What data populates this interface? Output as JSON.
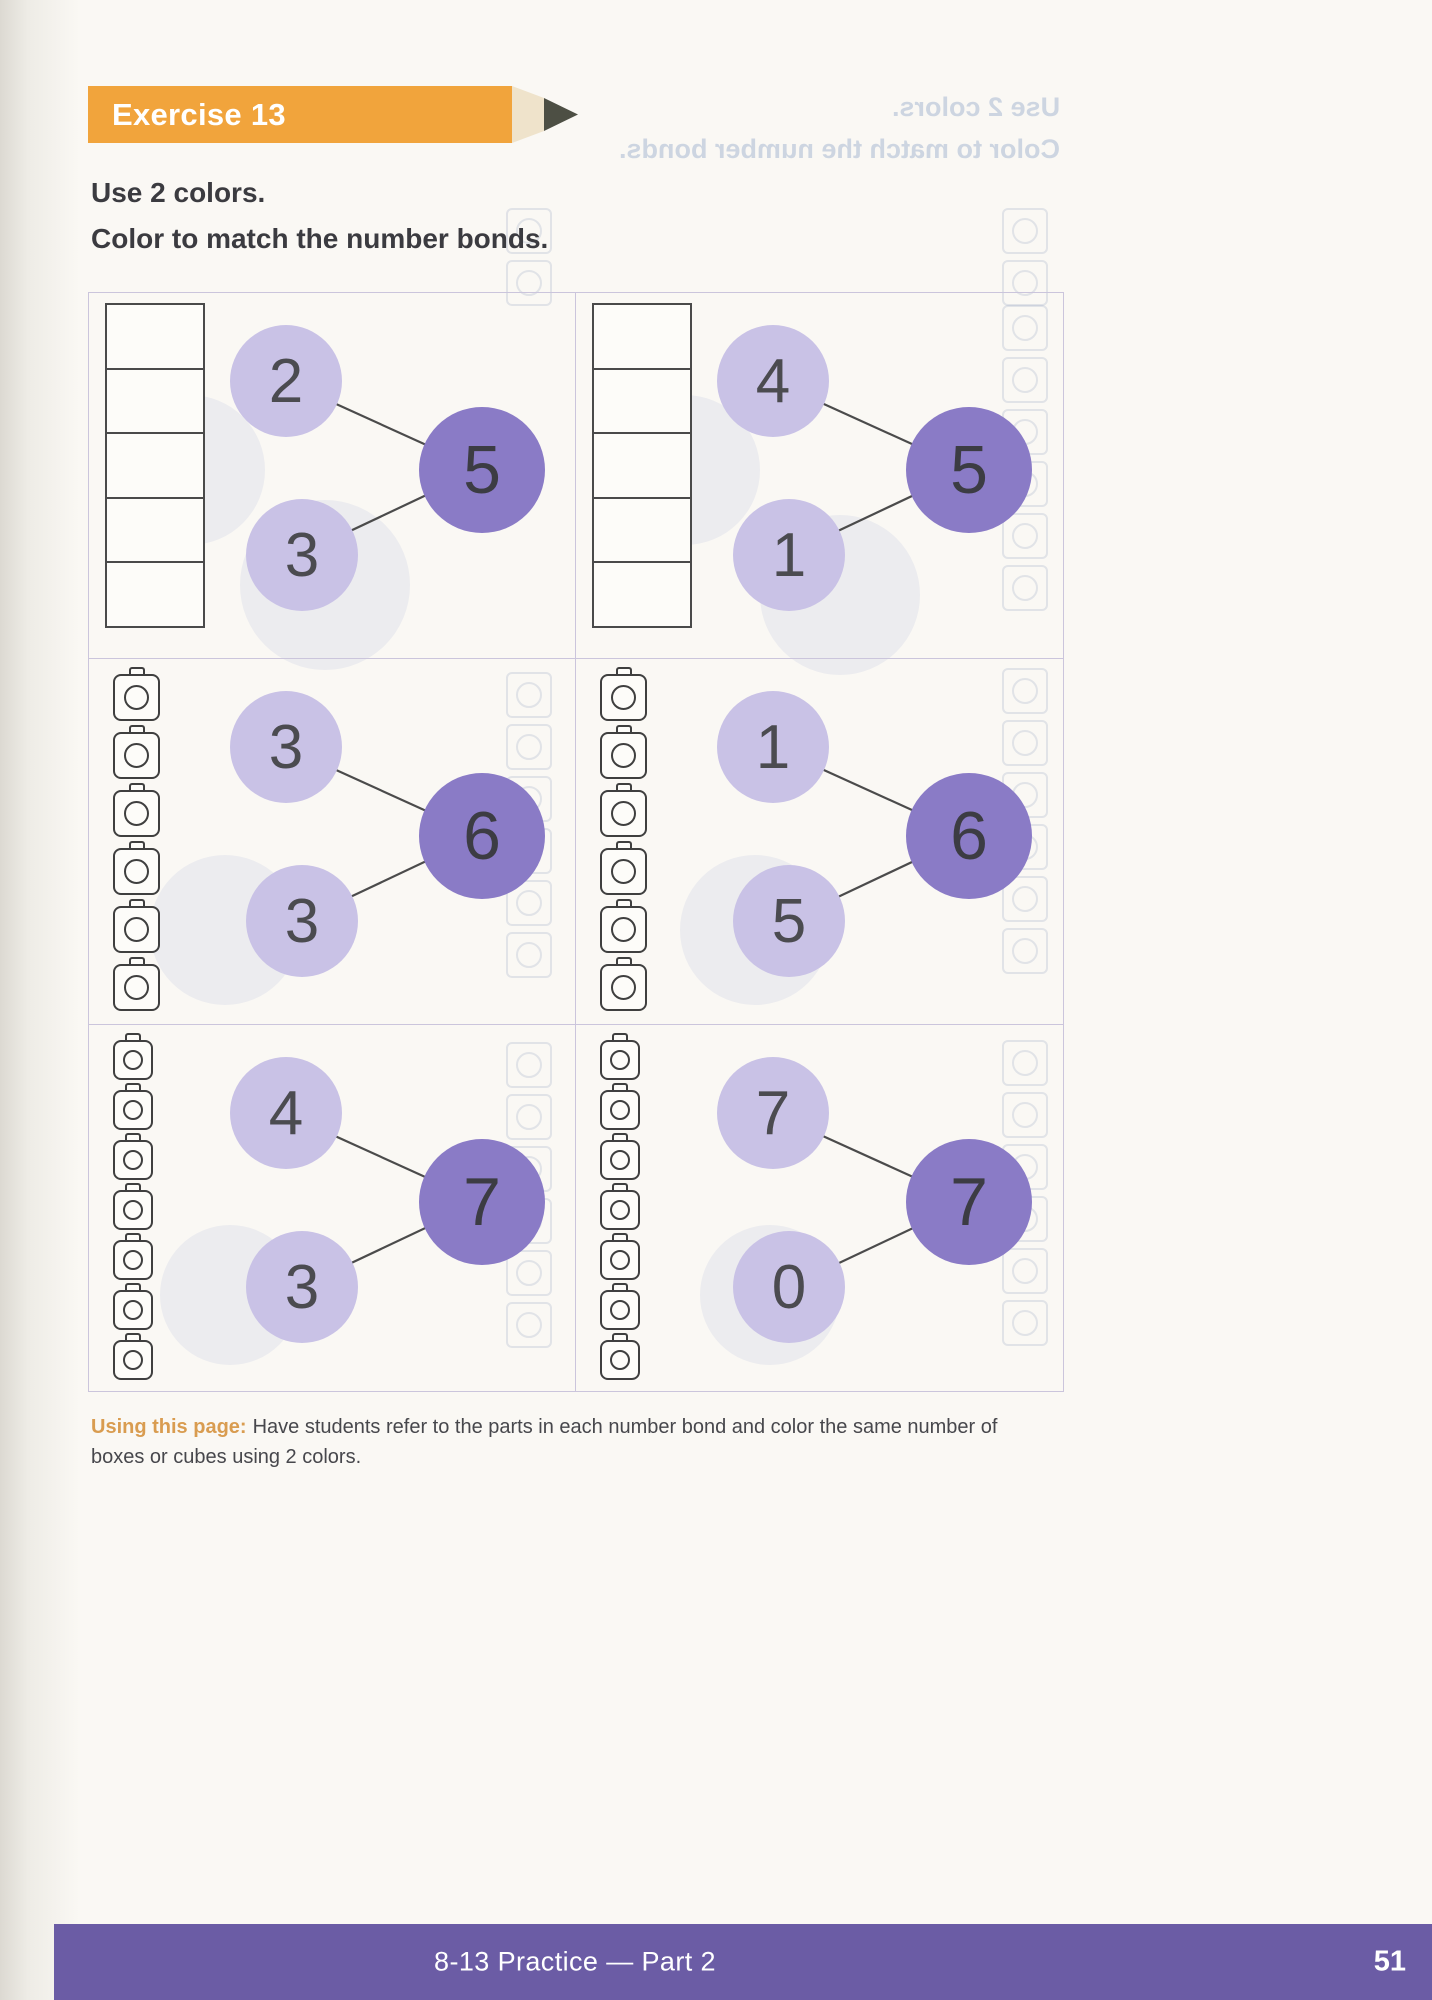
{
  "page": {
    "header": {
      "label": "Exercise 13"
    },
    "instructions": [
      "Use 2 colors.",
      "Color to match the number bonds."
    ],
    "cells": [
      {
        "part1": "2",
        "part2": "3",
        "whole": "5",
        "tower": {
          "type": "boxes",
          "count": 5
        }
      },
      {
        "part1": "4",
        "part2": "1",
        "whole": "5",
        "tower": {
          "type": "boxes",
          "count": 5
        }
      },
      {
        "part1": "3",
        "part2": "3",
        "whole": "6",
        "tower": {
          "type": "cubes",
          "count": 6
        }
      },
      {
        "part1": "1",
        "part2": "5",
        "whole": "6",
        "tower": {
          "type": "cubes",
          "count": 6
        }
      },
      {
        "part1": "4",
        "part2": "3",
        "whole": "7",
        "tower": {
          "type": "cubes",
          "count": 7
        }
      },
      {
        "part1": "7",
        "part2": "0",
        "whole": "7",
        "tower": {
          "type": "cubes",
          "count": 7
        }
      }
    ],
    "footer_note": {
      "lead": "Using this page:",
      "text": "Have students refer to the parts in each number bond and color the same number of boxes or cubes using 2 colors."
    },
    "bottom_bar": {
      "label": "8-13  Practice — Part 2",
      "page_number": "51"
    },
    "ghost": {
      "lines": [
        "Use 2 colors.",
        "Color to match the number bonds."
      ]
    },
    "colors": {
      "banner": "#F1A43C",
      "part_circle": "#C9C2E6",
      "whole_circle": "#8A7BC6",
      "bar": "#6B5CA5"
    }
  }
}
